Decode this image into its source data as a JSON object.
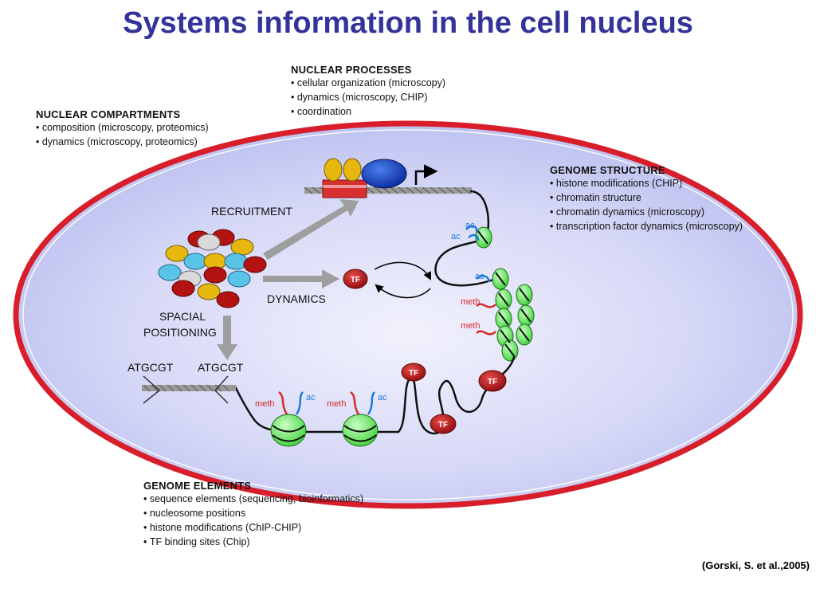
{
  "title": "Systems information in the cell nucleus",
  "citation": "(Gorski, S. et al.,2005)",
  "nuclear_processes": {
    "heading": "NUCLEAR PROCESSES",
    "items": [
      "cellular organization (microscopy)",
      "dynamics (microscopy, CHIP)",
      "coordination"
    ]
  },
  "nuclear_compartments": {
    "heading": "NUCLEAR COMPARTMENTS",
    "items": [
      "composition (microscopy, proteomics)",
      "dynamics (microscopy, proteomics)"
    ]
  },
  "genome_structure": {
    "heading": "GENOME STRUCTURE",
    "items": [
      "histone modifications (CHIP)",
      "chromatin structure",
      "chromatin dynamics (microscopy)",
      "transcription factor dynamics (microscopy)"
    ]
  },
  "genome_elements": {
    "heading": "GENOME ELEMENTS",
    "items": [
      "sequence elements (sequencing, bioinformatics)",
      "nucleosome positions",
      "histone modifications (ChIP-CHIP)",
      "TF binding sites (Chip)"
    ]
  },
  "labels": {
    "recruitment": "RECRUITMENT",
    "dynamics": "DYNAMICS",
    "spacial": "SPACIAL",
    "positioning": "POSITIONING",
    "seq1": "ATGCGT",
    "seq2": "ATGCGT",
    "tf": "TF",
    "ac": "ac",
    "meth": "meth"
  },
  "colors": {
    "title": "#33339a",
    "membrane": "#d81e2a",
    "nucleoplasm": "#c9cdf5",
    "tf": "#b51212",
    "nucleosome": "#7ef07a",
    "ac": "#1e78d8",
    "meth": "#d82828"
  }
}
